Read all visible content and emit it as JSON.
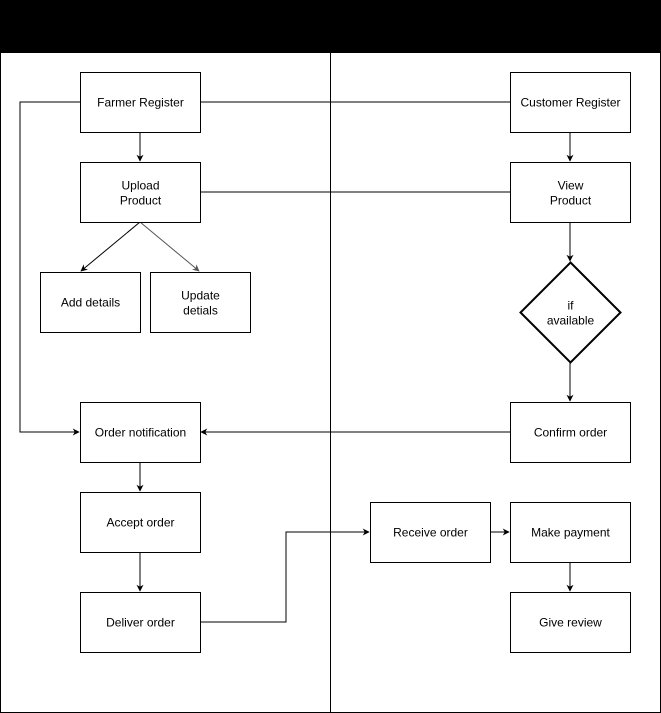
{
  "diagram": {
    "lanes": {
      "left_title": "",
      "right_title": ""
    },
    "nodes": {
      "farmer_register": "Farmer Register",
      "upload_product": [
        "Upload",
        "Product"
      ],
      "add_details": "Add details",
      "update_details": [
        "Update",
        "detials"
      ],
      "order_notification": "Order notification",
      "accept_order": "Accept order",
      "deliver_order": "Deliver order",
      "customer_register": "Customer Register",
      "view_product": [
        "View",
        "Product"
      ],
      "if_available": [
        "if",
        "available"
      ],
      "confirm_order": "Confirm order",
      "receive_order": "Receive order",
      "make_payment": "Make payment",
      "give_review": "Give review"
    }
  }
}
